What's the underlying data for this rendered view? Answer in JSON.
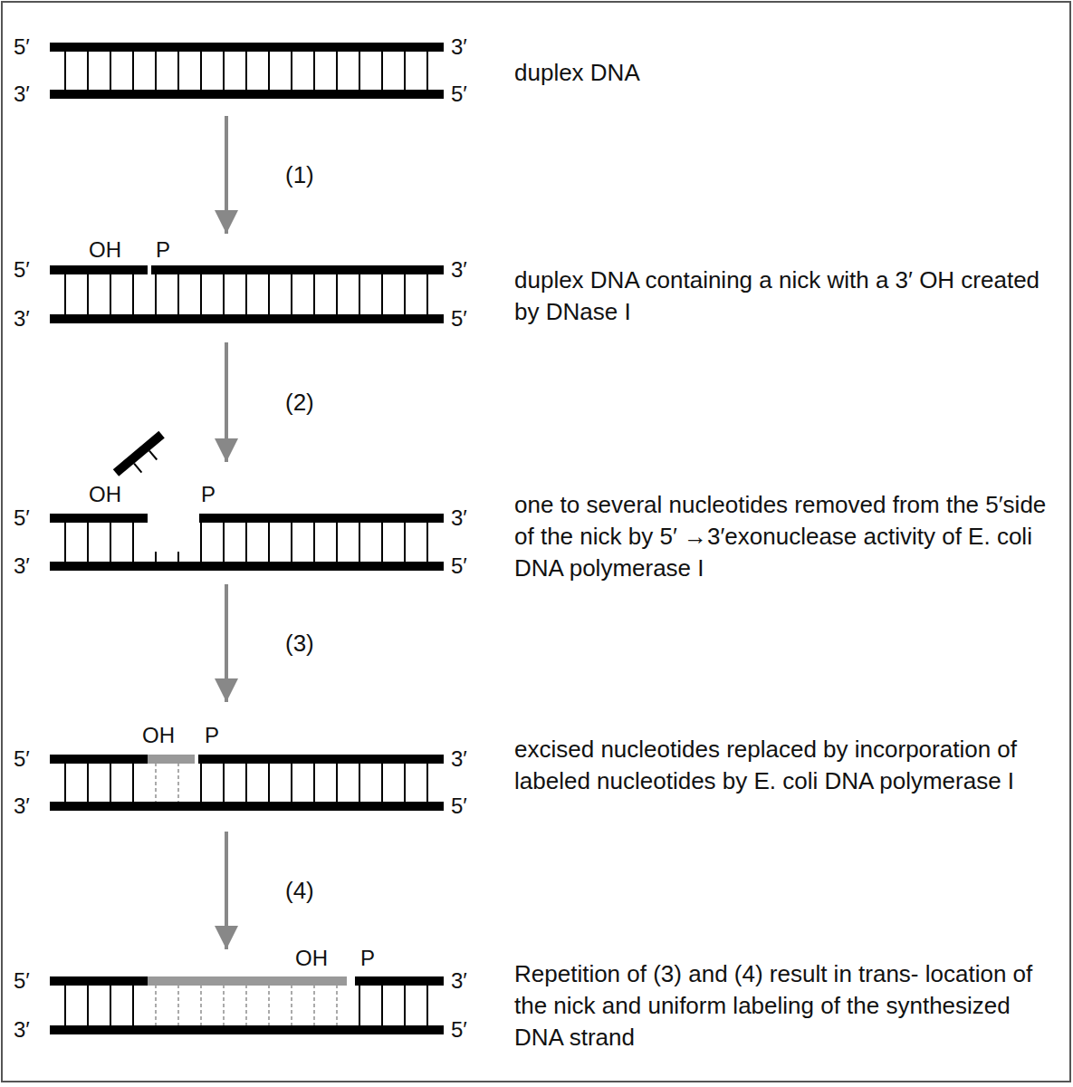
{
  "diagram": {
    "nodes": [
      {
        "text": [
          "duplex DNA"
        ]
      },
      {
        "text": [
          "duplex DNA containing a nick with a 3′ OH created by DNase I"
        ]
      },
      {
        "text": [
          "one to several nucleotides removed from the 5′side of the nick by 5′ →3′exonuclease activity of E. coli DNA polymerase I"
        ]
      },
      {
        "text": [
          "excised nucleotides replaced by incorporation of labeled nucleotides by E. coli DNA polymerase I"
        ]
      },
      {
        "text": [
          "Repetition of (3) and (4) result in trans- location of the nick and uniform labeling of the synthesized DNA strand"
        ]
      }
    ],
    "edges": [
      {
        "from": 0,
        "to": 1,
        "arrow": "to",
        "label": "(1)"
      },
      {
        "from": 1,
        "to": 2,
        "arrow": "to",
        "label": "(2)"
      },
      {
        "from": 2,
        "to": 3,
        "arrow": "to",
        "label": "(3)"
      },
      {
        "from": 3,
        "to": 4,
        "arrow": "to",
        "label": "(4)"
      }
    ],
    "labels": [
      "5′",
      "3′",
      "3′",
      "5′",
      "OH",
      "P",
      "5′",
      "3′",
      "3′",
      "5′",
      "OH",
      "P",
      "5′",
      "3′",
      "3′",
      "5′",
      "OH",
      "P",
      "5′",
      "3′",
      "3′",
      "5′",
      "OH",
      "P",
      "5′",
      "3′",
      "3′",
      "5′"
    ]
  }
}
